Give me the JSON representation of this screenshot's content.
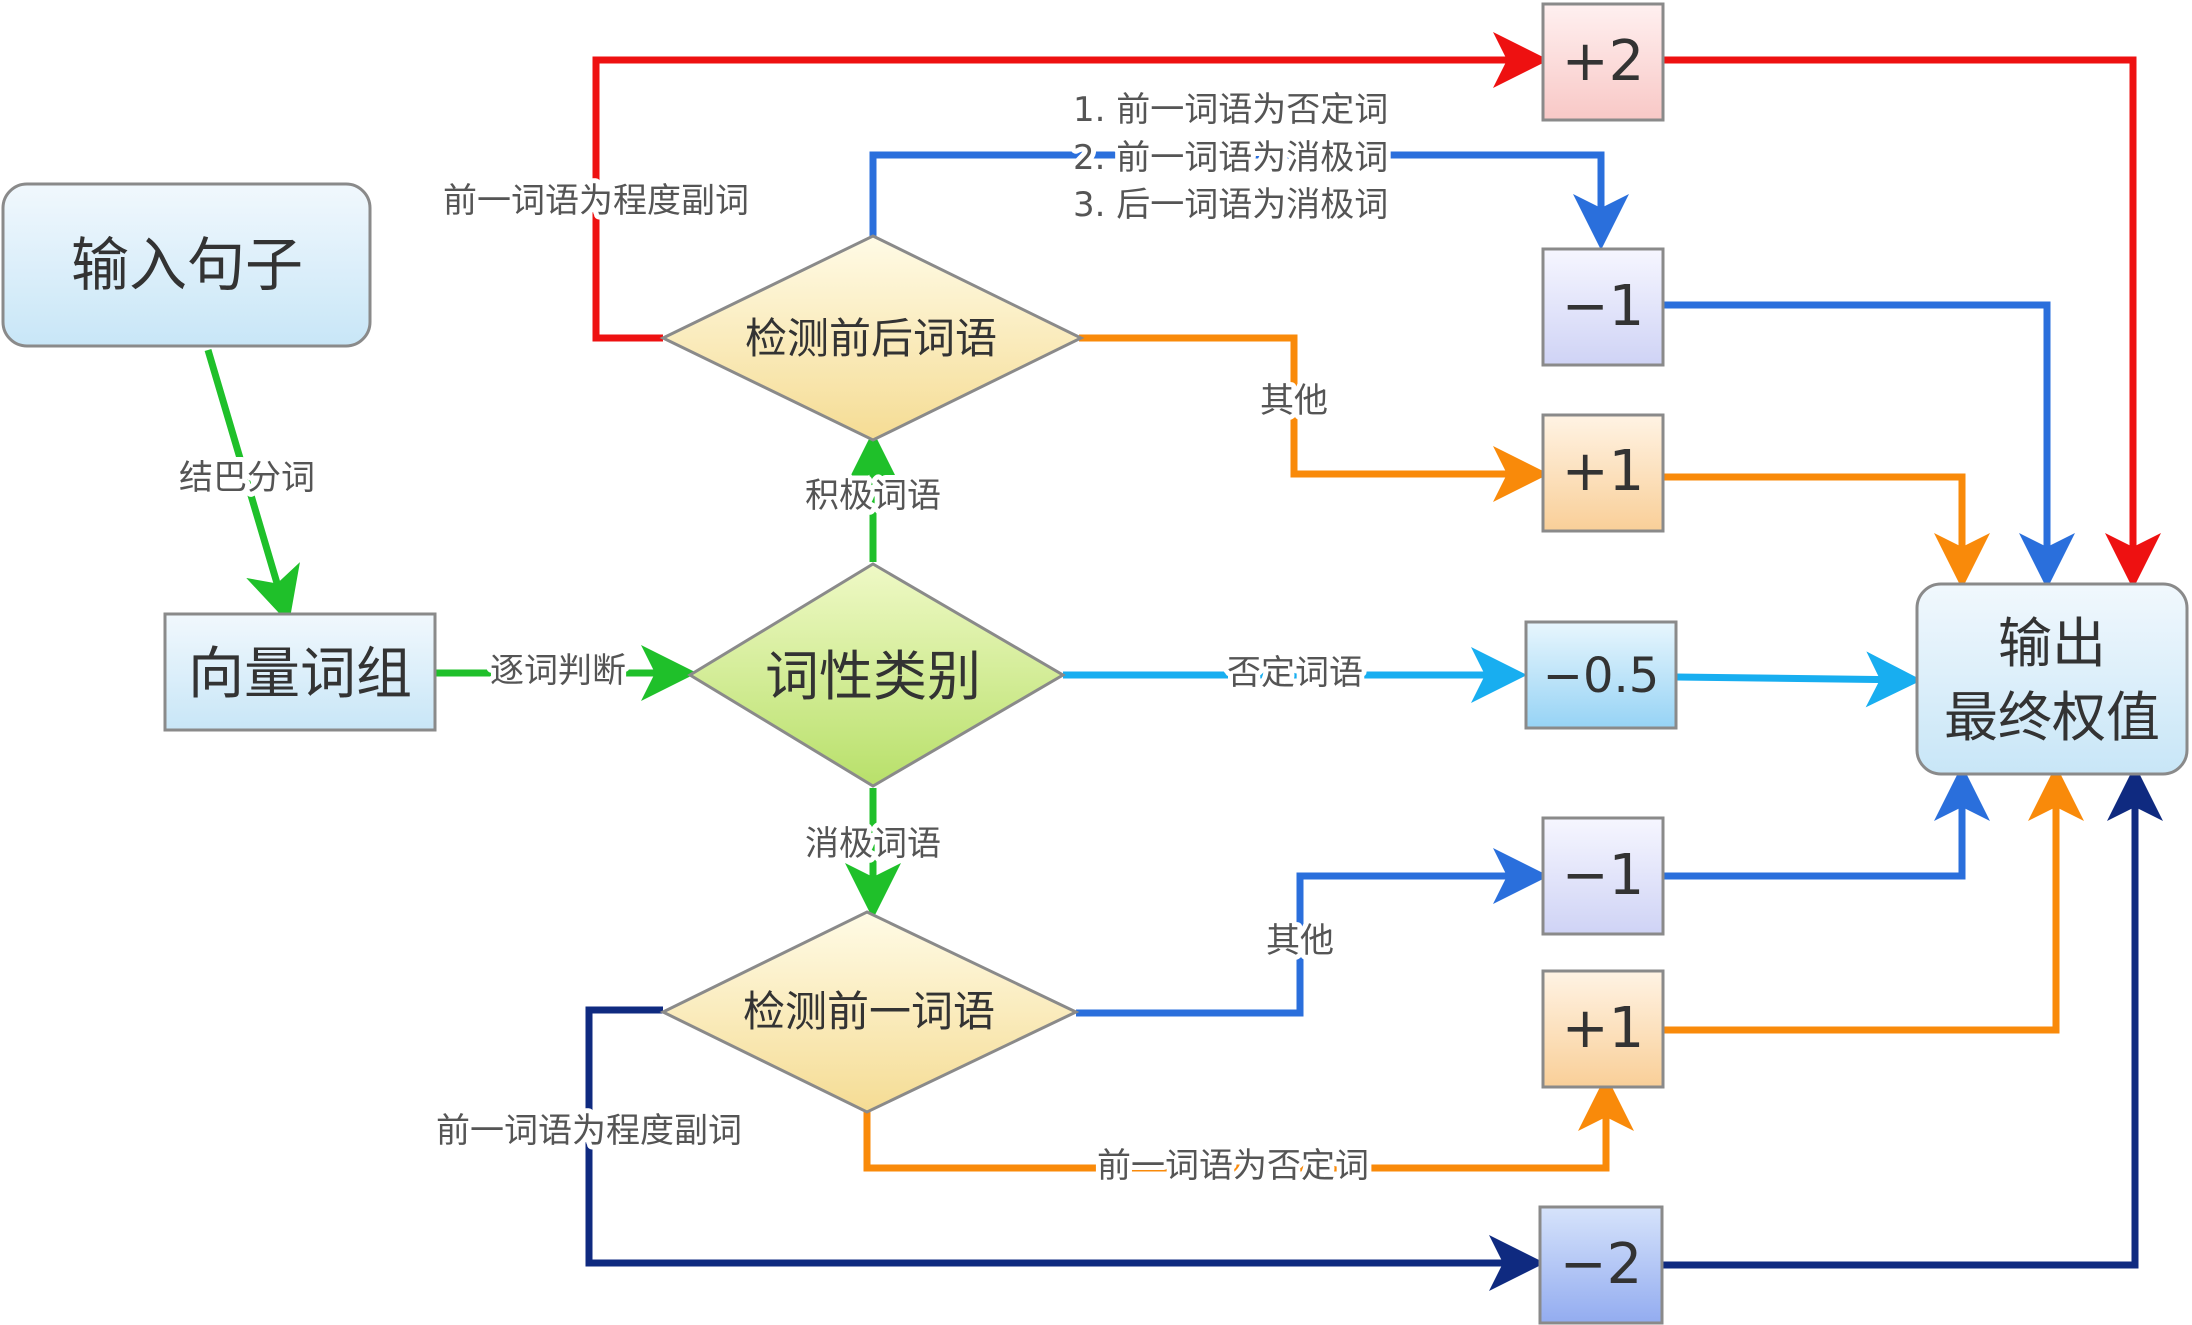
{
  "nodes": {
    "input_sentence": "输入句子",
    "word_vector": "向量词组",
    "pos_category": "词性类别",
    "detect_before_after": "检测前后词语",
    "detect_previous": "检测前一词语",
    "output_line1": "输出",
    "output_line2": "最终权值"
  },
  "weights": {
    "plus2": "+2",
    "minus1_top": "−1",
    "plus1_top": "+1",
    "minus05": "−0.5",
    "minus1_bottom": "−1",
    "plus1_bottom": "+1",
    "minus2": "−2"
  },
  "edge_labels": {
    "jieba": "结巴分词",
    "word_by_word": "逐词判断",
    "positive": "积极词语",
    "negative": "消极词语",
    "negation_word": "否定词语",
    "prev_degree_top": "前一词语为程度副词",
    "cond1": "1. 前一词语为否定词",
    "cond2": "2. 前一词语为消极词",
    "cond3": "3. 后一词语为消极词",
    "other_top": "其他",
    "other_bottom": "其他",
    "prev_negation": "前一词语为否定词",
    "prev_degree_bottom": "前一词语为程度副词"
  },
  "colors": {
    "red": "#ee1111",
    "blue": "#2a6fdc",
    "orange": "#f98a0a",
    "green": "#1fc02a",
    "cyan": "#18aef0",
    "navy": "#0f2a80"
  }
}
